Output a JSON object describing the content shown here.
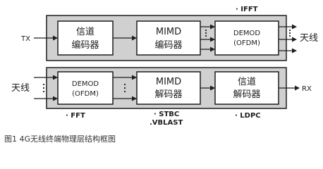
{
  "diagram": {
    "tx": {
      "input_label": "TX",
      "output_label": "天线",
      "blocks": {
        "channel_encoder": [
          "信道",
          "编码器"
        ],
        "mimo_encoder": [
          "MIMD",
          "编码器"
        ],
        "demod": [
          "DEMOD",
          "(OFDM)"
        ]
      },
      "annotation": "· IFFT"
    },
    "rx": {
      "input_label": "天线",
      "output_label": "RX",
      "blocks": {
        "demod": [
          "DEMOD",
          "(OFDM)"
        ],
        "mimo_decoder": [
          "MIMD",
          "解码器"
        ],
        "channel_decoder": [
          "信道",
          "解码器"
        ]
      },
      "annotations": {
        "fft": "· FFT",
        "stbc_line1": "· STBC",
        "stbc_line2": ".VBLAST",
        "ldpc": "· LDPC"
      }
    },
    "colors": {
      "panel": "#d0d0d0",
      "block": "#ffffff",
      "line": "#1e1e1e"
    }
  },
  "caption": "图1   4G无线终端物理层结构框图"
}
